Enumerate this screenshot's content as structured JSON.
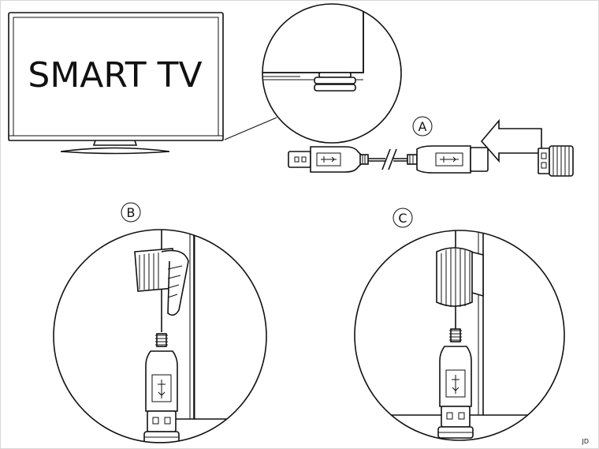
{
  "tv": {
    "label": "SMART TV"
  },
  "steps": {
    "a": "A",
    "b": "B",
    "c": "C"
  },
  "footer": {
    "signature": "JD"
  },
  "colors": {
    "line": "#111111",
    "background": "#ffffff",
    "border": "#d8d8d8"
  }
}
